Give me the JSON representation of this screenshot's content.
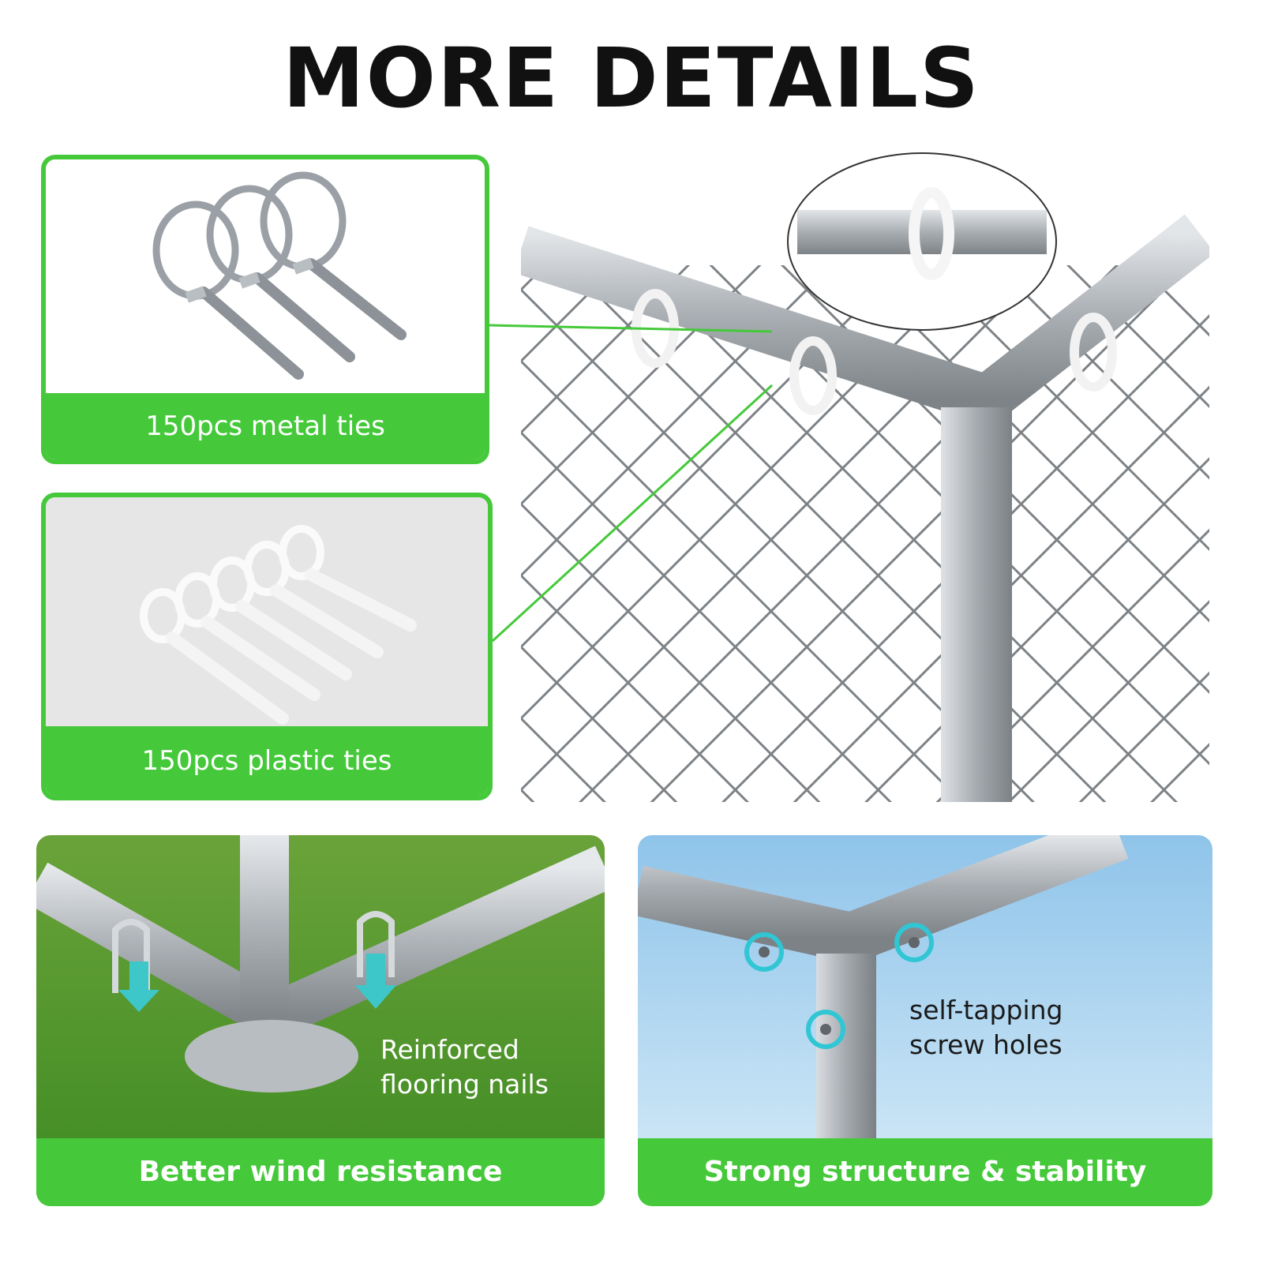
{
  "title": "MORE DETAILS",
  "panels": {
    "metal_ties": {
      "caption": "150pcs metal ties"
    },
    "plastic_ties": {
      "caption": "150pcs plastic ties"
    },
    "wind": {
      "caption": "Better wind resistance",
      "label_line1": "Reinforced",
      "label_line2": "flooring nails"
    },
    "structure": {
      "caption": "Strong structure & stability",
      "label_line1": "self-tapping",
      "label_line2": "screw holes"
    }
  },
  "colors": {
    "accent": "#45c93a",
    "title": "#111111"
  }
}
